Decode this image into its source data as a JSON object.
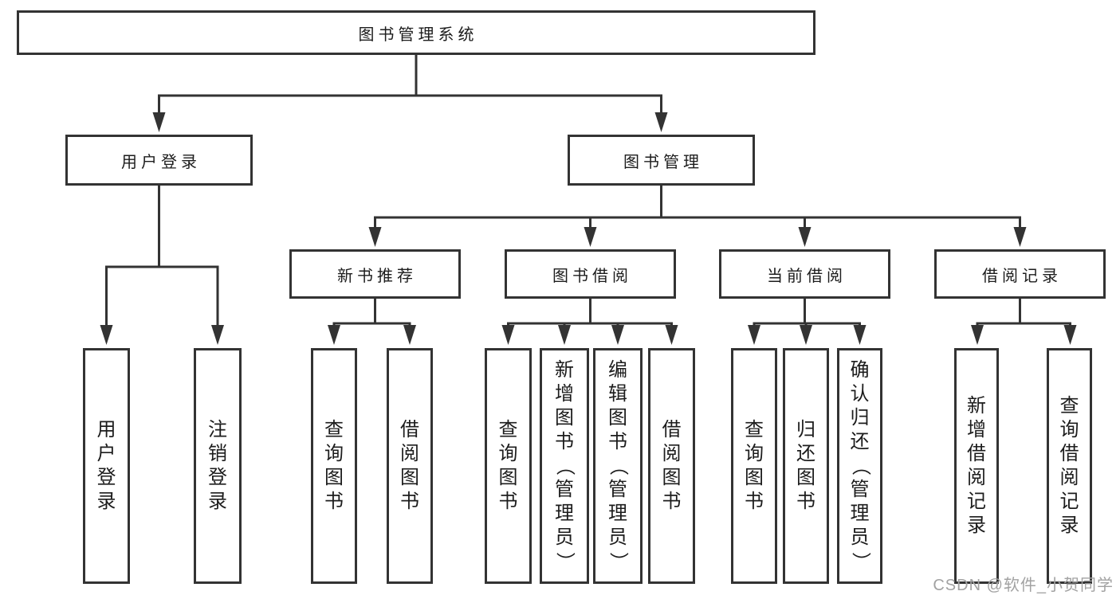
{
  "diagram": {
    "type": "hierarchy-tree",
    "nodes": {
      "root": {
        "label": "图书管理系统"
      },
      "level2": [
        {
          "label": "用户登录"
        },
        {
          "label": "图书管理"
        }
      ],
      "level3": [
        {
          "label": "新书推荐",
          "parent": "图书管理"
        },
        {
          "label": "图书借阅",
          "parent": "图书管理"
        },
        {
          "label": "当前借阅",
          "parent": "图书管理"
        },
        {
          "label": "借阅记录",
          "parent": "图书管理"
        }
      ],
      "leaves": [
        {
          "label": "用户登录",
          "parent": "用户登录"
        },
        {
          "label": "注销登录",
          "parent": "用户登录"
        },
        {
          "label": "查询图书",
          "parent": "新书推荐"
        },
        {
          "label": "借阅图书",
          "parent": "新书推荐"
        },
        {
          "label": "查询图书",
          "parent": "图书借阅"
        },
        {
          "label": "新增图书（管理员）",
          "parent": "图书借阅"
        },
        {
          "label": "编辑图书（管理员）",
          "parent": "图书借阅"
        },
        {
          "label": "借阅图书",
          "parent": "图书借阅"
        },
        {
          "label": "查询图书",
          "parent": "当前借阅"
        },
        {
          "label": "归还图书",
          "parent": "当前借阅"
        },
        {
          "label": "确认归还（管理员）",
          "parent": "当前借阅"
        },
        {
          "label": "新增借阅记录",
          "parent": "借阅记录"
        },
        {
          "label": "查询借阅记录",
          "parent": "借阅记录"
        }
      ]
    },
    "colors": {
      "line": "#333333",
      "text": "#1c1c1c",
      "background": "#ffffff",
      "watermark_text": "#a2a2a2"
    }
  },
  "watermark": {
    "text": "CSDN @软件_小贺同学"
  }
}
